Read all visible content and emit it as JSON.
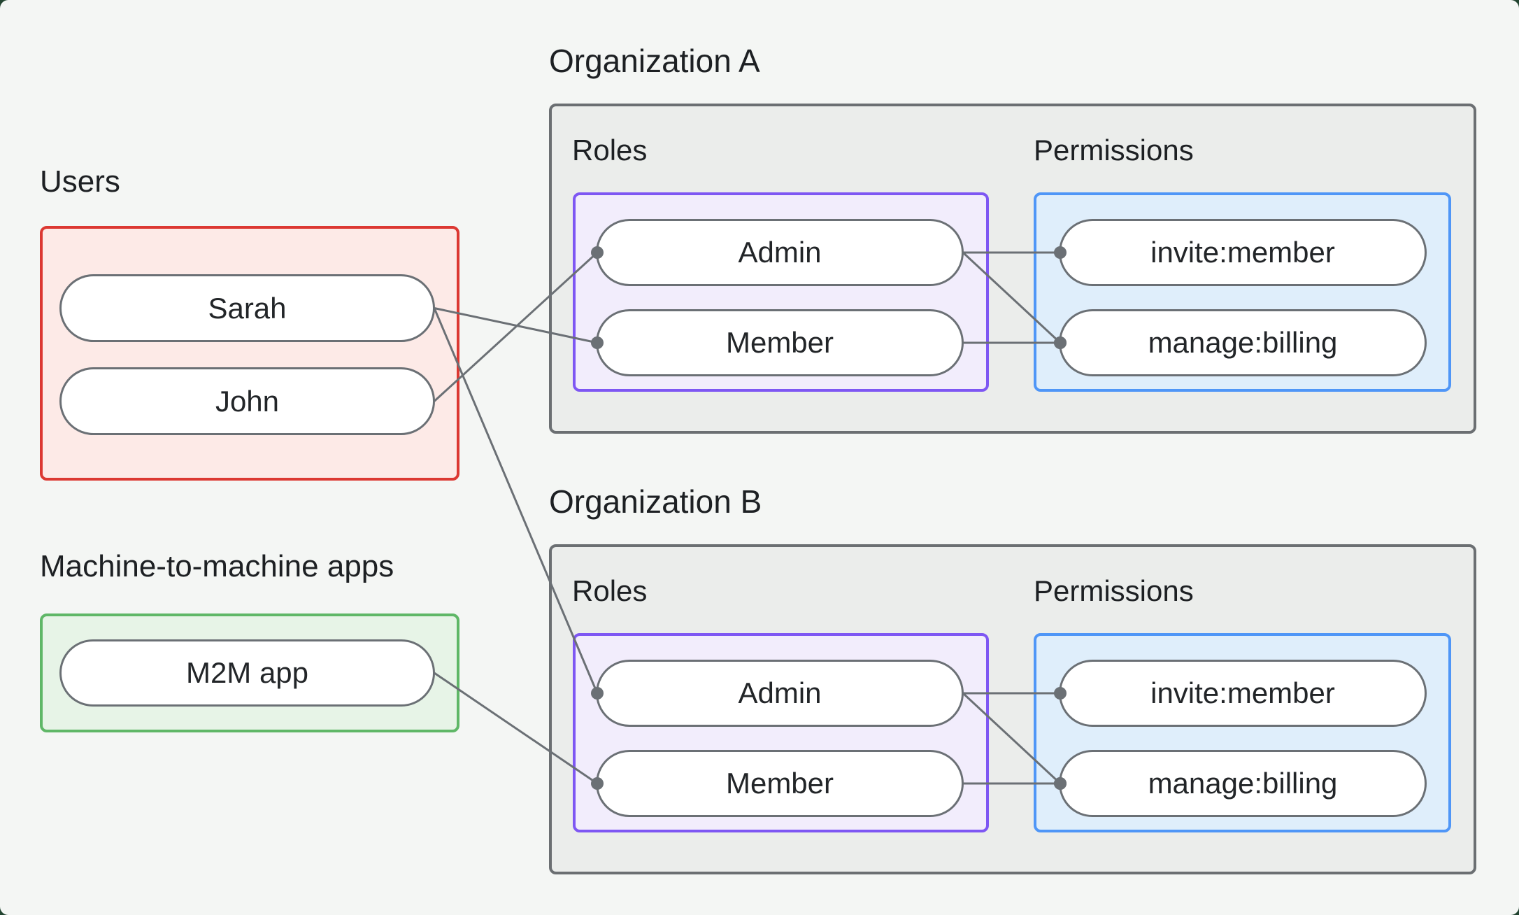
{
  "palette": {
    "backdrop": "#234531",
    "canvas_bg": "#f4f6f4",
    "org_panel_bg": "#ebedeb",
    "org_panel_border": "#6b6f72",
    "users_border": "#dc3832",
    "users_bg": "#fdeae7",
    "m2m_border": "#5fb767",
    "m2m_bg": "#e7f4e7",
    "roles_border": "#7e57f3",
    "roles_bg": "#f2edfc",
    "permissions_border": "#4f96f7",
    "permissions_bg": "#dfeefb",
    "pill_bg": "#ffffff",
    "pill_border": "#6b7075",
    "connector": "#6b7075",
    "text": "#1d2023"
  },
  "users_section": {
    "label": "Users",
    "items": [
      {
        "id": "sarah",
        "label": "Sarah"
      },
      {
        "id": "john",
        "label": "John"
      }
    ]
  },
  "m2m_section": {
    "label": "Machine-to-machine apps",
    "items": [
      {
        "id": "m2m-app",
        "label": "M2M app"
      }
    ]
  },
  "organizations": [
    {
      "title": "Organization A",
      "roles": {
        "label": "Roles",
        "items": [
          {
            "id": "orgA-admin",
            "label": "Admin"
          },
          {
            "id": "orgA-member",
            "label": "Member"
          }
        ]
      },
      "permissions": {
        "label": "Permissions",
        "items": [
          {
            "id": "orgA-invite",
            "label": "invite:member"
          },
          {
            "id": "orgA-manage",
            "label": "manage:billing"
          }
        ]
      }
    },
    {
      "title": "Organization B",
      "roles": {
        "label": "Roles",
        "items": [
          {
            "id": "orgB-admin",
            "label": "Admin"
          },
          {
            "id": "orgB-member",
            "label": "Member"
          }
        ]
      },
      "permissions": {
        "label": "Permissions",
        "items": [
          {
            "id": "orgB-invite",
            "label": "invite:member"
          },
          {
            "id": "orgB-manage",
            "label": "manage:billing"
          }
        ]
      }
    }
  ],
  "edges": [
    {
      "from": "sarah",
      "to": "orgA-member"
    },
    {
      "from": "john",
      "to": "orgA-admin"
    },
    {
      "from": "sarah",
      "to": "orgB-admin"
    },
    {
      "from": "m2m-app",
      "to": "orgB-member"
    },
    {
      "from": "orgA-admin",
      "to": "orgA-invite"
    },
    {
      "from": "orgA-admin",
      "to": "orgA-manage"
    },
    {
      "from": "orgA-member",
      "to": "orgA-manage"
    },
    {
      "from": "orgB-admin",
      "to": "orgB-invite"
    },
    {
      "from": "orgB-admin",
      "to": "orgB-manage"
    },
    {
      "from": "orgB-member",
      "to": "orgB-manage"
    }
  ]
}
